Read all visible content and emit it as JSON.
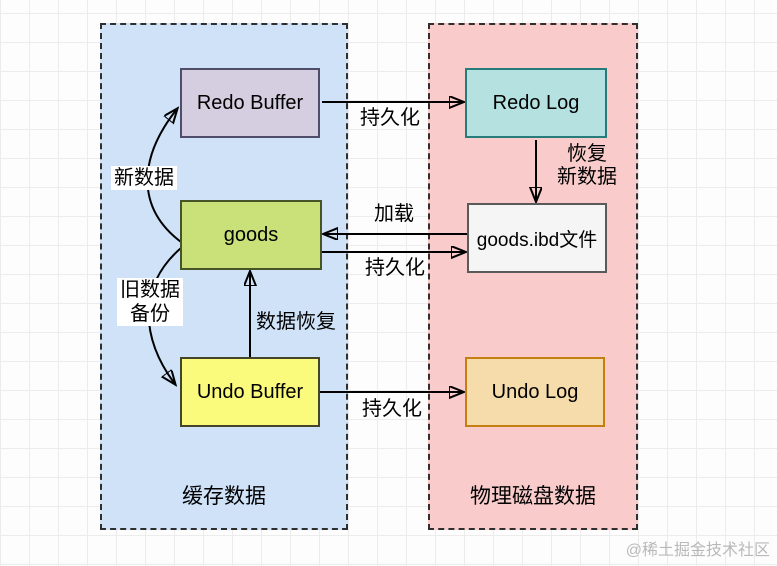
{
  "containers": {
    "cache": {
      "label": "缓存数据"
    },
    "disk": {
      "label": "物理磁盘数据"
    }
  },
  "nodes": {
    "redo_buffer": {
      "label": "Redo Buffer"
    },
    "redo_log": {
      "label": "Redo Log"
    },
    "goods": {
      "label": "goods"
    },
    "goods_ibd": {
      "label": "goods.ibd文件"
    },
    "undo_buffer": {
      "label": "Undo Buffer"
    },
    "undo_log": {
      "label": "Undo Log"
    }
  },
  "edges": {
    "redo_persist": {
      "label": "持久化"
    },
    "redo_recover": {
      "line1": "恢复",
      "line2": "新数据"
    },
    "load": {
      "label": "加载"
    },
    "goods_persist": {
      "label": "持久化"
    },
    "data_recover": {
      "label": "数据恢复"
    },
    "undo_persist": {
      "label": "持久化"
    },
    "new_data": {
      "label": "新数据"
    },
    "old_data_backup": {
      "line1": "旧数据",
      "line2": "备份"
    }
  },
  "colors": {
    "cache_container_bg": "#cfe2f8",
    "disk_container_bg": "#f9cccb",
    "container_border": "#2f2f2f",
    "redo_buffer_fill": "#d4cee0",
    "redo_buffer_border": "#504d68",
    "redo_log_fill": "#b5e2e0",
    "redo_log_border": "#257c7a",
    "goods_fill": "#c9e178",
    "goods_border": "#465426",
    "goods_ibd_fill": "#f5f5f5",
    "goods_ibd_border": "#5a5a5a",
    "undo_buffer_fill": "#fafa7d",
    "undo_buffer_border": "#45452c",
    "undo_log_fill": "#f7dcab",
    "undo_log_border": "#c57f11",
    "arrow": "#000000",
    "watermark_text": "#b9b9b9"
  },
  "watermark": "@稀土掘金技术社区"
}
